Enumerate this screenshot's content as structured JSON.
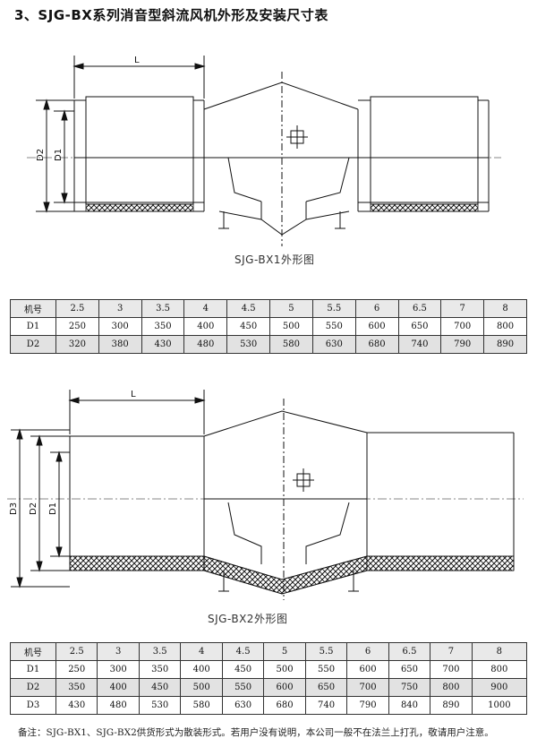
{
  "title": "3、SJG-BX系列消音型斜流风机外形及安装尺寸表",
  "figure1": {
    "caption": "SJG-BX1外形图",
    "dim_L": "L",
    "dim_D1": "D1",
    "dim_D2": "D2"
  },
  "figure2": {
    "caption": "SJG-BX2外形图",
    "dim_L": "L",
    "dim_D1": "D1",
    "dim_D2": "D2",
    "dim_D3": "D3"
  },
  "table1": {
    "header_label": "机号",
    "columns": [
      "2.5",
      "3",
      "3.5",
      "4",
      "4.5",
      "5",
      "5.5",
      "6",
      "6.5",
      "7",
      "8"
    ],
    "rows": [
      {
        "label": "D1",
        "values": [
          "250",
          "300",
          "350",
          "400",
          "450",
          "500",
          "550",
          "600",
          "650",
          "700",
          "800"
        ]
      },
      {
        "label": "D2",
        "values": [
          "320",
          "380",
          "430",
          "480",
          "530",
          "580",
          "630",
          "680",
          "740",
          "790",
          "890"
        ]
      }
    ]
  },
  "table2": {
    "header_label": "机号",
    "columns": [
      "2.5",
      "3",
      "3.5",
      "4",
      "4.5",
      "5",
      "5.5",
      "6",
      "6.5",
      "7",
      "8"
    ],
    "rows": [
      {
        "label": "D1",
        "values": [
          "250",
          "300",
          "350",
          "400",
          "450",
          "500",
          "550",
          "600",
          "650",
          "700",
          "800"
        ]
      },
      {
        "label": "D2",
        "values": [
          "350",
          "400",
          "450",
          "500",
          "550",
          "600",
          "650",
          "700",
          "750",
          "800",
          "900"
        ]
      },
      {
        "label": "D3",
        "values": [
          "430",
          "480",
          "530",
          "580",
          "630",
          "680",
          "740",
          "790",
          "840",
          "890",
          "1000"
        ]
      }
    ]
  },
  "note": "备注：SJG-BX1、SJG-BX2供货形式为散装形式。若用户没有说明，本公司一般不在法兰上打孔，敬请用户注意。"
}
